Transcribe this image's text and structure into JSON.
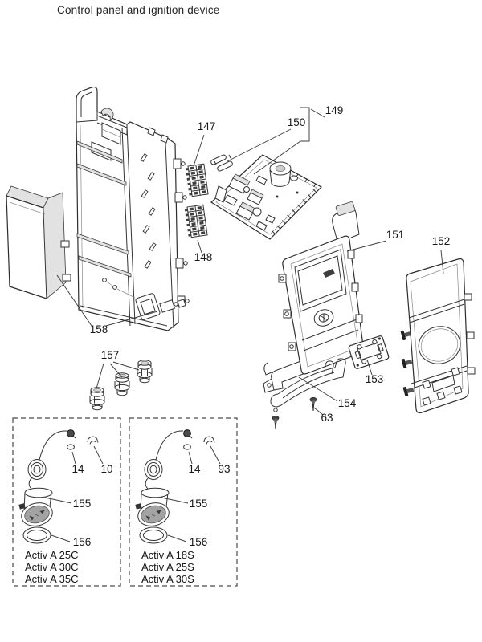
{
  "title": "Control panel and ignition device",
  "colors": {
    "ink": "#333333",
    "shade": "#e2e2e2",
    "gauge_face": "#a3a3a3",
    "background": "#ffffff"
  },
  "parts": {
    "p147": "147",
    "p148": "148",
    "p149": "149",
    "p150": "150",
    "p151": "151",
    "p152": "152",
    "p153": "153",
    "p154": "154",
    "p157": "157",
    "p158": "158",
    "p63": "63",
    "p14": "14",
    "p10": "10",
    "p93": "93",
    "p155": "155",
    "p156": "156"
  },
  "variant_boxes": [
    {
      "models": [
        "Activ A 25C",
        "Activ A 30C",
        "Activ A 35C"
      ]
    },
    {
      "models": [
        "Activ A 18S",
        "Activ A 25S",
        "Activ A 30S"
      ]
    }
  ]
}
